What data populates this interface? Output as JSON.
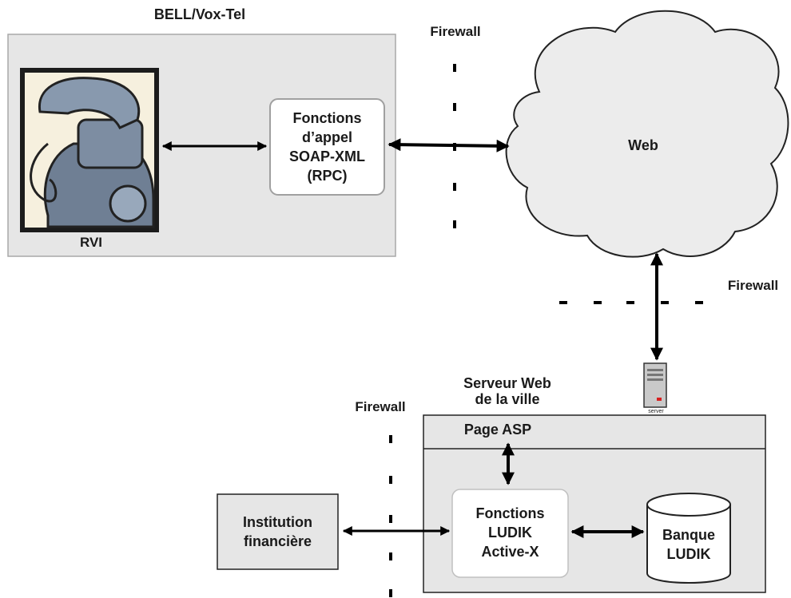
{
  "top_group": {
    "title": "BELL/Vox-Tel",
    "phone_label": "RVI",
    "soap_box": [
      "Fonctions",
      "d’appel",
      "SOAP-XML",
      "(RPC)"
    ]
  },
  "cloud": {
    "label": "Web"
  },
  "firewalls": {
    "top": "Firewall",
    "right": "Firewall",
    "bottom": "Firewall"
  },
  "server": {
    "title": [
      "Serveur Web",
      "de la  ville"
    ],
    "icon_caption": "server"
  },
  "city_group": {
    "page_label": "Page ASP",
    "functions_box": [
      "Fonctions",
      "LUDIK",
      "Active-X"
    ],
    "database": [
      "Banque",
      "LUDIK"
    ]
  },
  "institution": [
    "Institution",
    "financière"
  ],
  "colors": {
    "panel": "#e6e6e6",
    "panel_border": "#9a9a9a",
    "cloud": "#ececec",
    "arrow": "#000000"
  }
}
